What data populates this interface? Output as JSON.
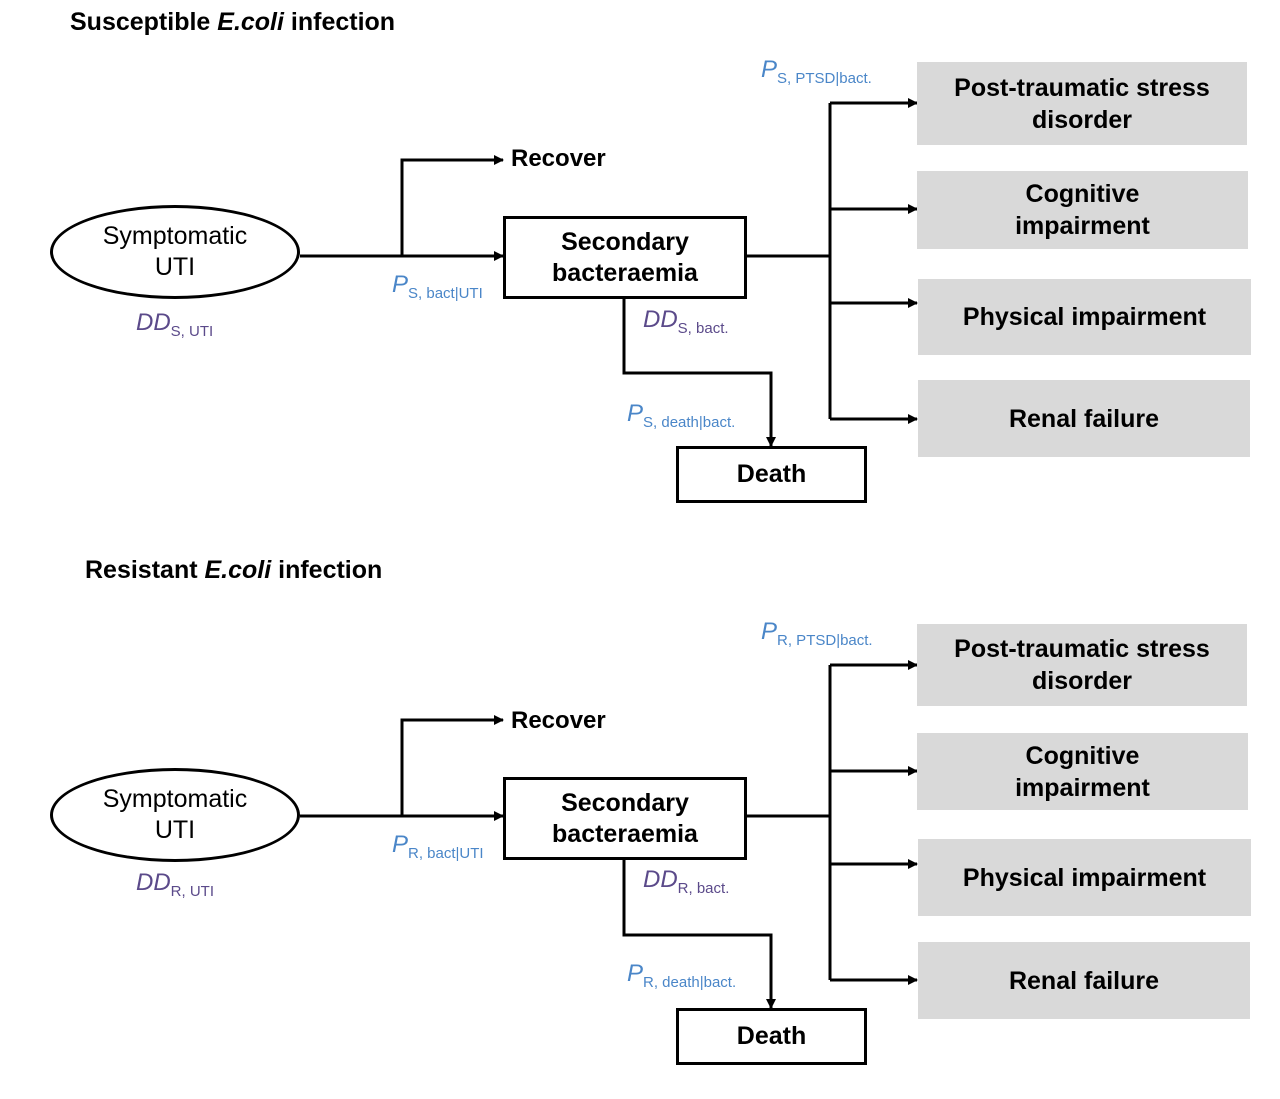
{
  "panels": [
    {
      "heading": {
        "pre": "Susceptible ",
        "italic": "E.coli",
        "post": " infection"
      },
      "symptomatic_uti": "Symptomatic\nUTI",
      "recover": "Recover",
      "secondary_bacteraemia": "Secondary\nbacteraemia",
      "death": "Death",
      "outcomes": {
        "ptsd": "Post-traumatic stress\ndisorder",
        "cognitive": "Cognitive\nimpairment",
        "physical": "Physical impairment",
        "renal": "Renal failure"
      },
      "params": {
        "dd_uti": {
          "sym": "DD",
          "sub": "S, UTI"
        },
        "p_bact_uti": {
          "sym": "P",
          "sub": "S, bact|UTI"
        },
        "dd_bact": {
          "sym": "DD",
          "sub": "S, bact."
        },
        "p_death_bact": {
          "sym": "P",
          "sub": "S,  death|bact."
        },
        "p_ptsd_bact": {
          "sym": "P",
          "sub": "S, PTSD|bact."
        }
      }
    },
    {
      "heading": {
        "pre": "Resistant ",
        "italic": "E.coli",
        "post": " infection"
      },
      "symptomatic_uti": "Symptomatic\nUTI",
      "recover": "Recover",
      "secondary_bacteraemia": "Secondary\nbacteraemia",
      "death": "Death",
      "outcomes": {
        "ptsd": "Post-traumatic stress\ndisorder",
        "cognitive": "Cognitive\nimpairment",
        "physical": "Physical impairment",
        "renal": "Renal failure"
      },
      "params": {
        "dd_uti": {
          "sym": "DD",
          "sub": "R, UTI"
        },
        "p_bact_uti": {
          "sym": "P",
          "sub": "R, bact|UTI"
        },
        "dd_bact": {
          "sym": "DD",
          "sub": "R, bact."
        },
        "p_death_bact": {
          "sym": "P",
          "sub": "R, death|bact."
        },
        "p_ptsd_bact": {
          "sym": "P",
          "sub": "R, PTSD|bact."
        }
      }
    }
  ],
  "colors": {
    "parameter_probability": "#4a86c8",
    "parameter_duration": "#5b4a8a",
    "outcome_fill": "#d9d9d9"
  }
}
